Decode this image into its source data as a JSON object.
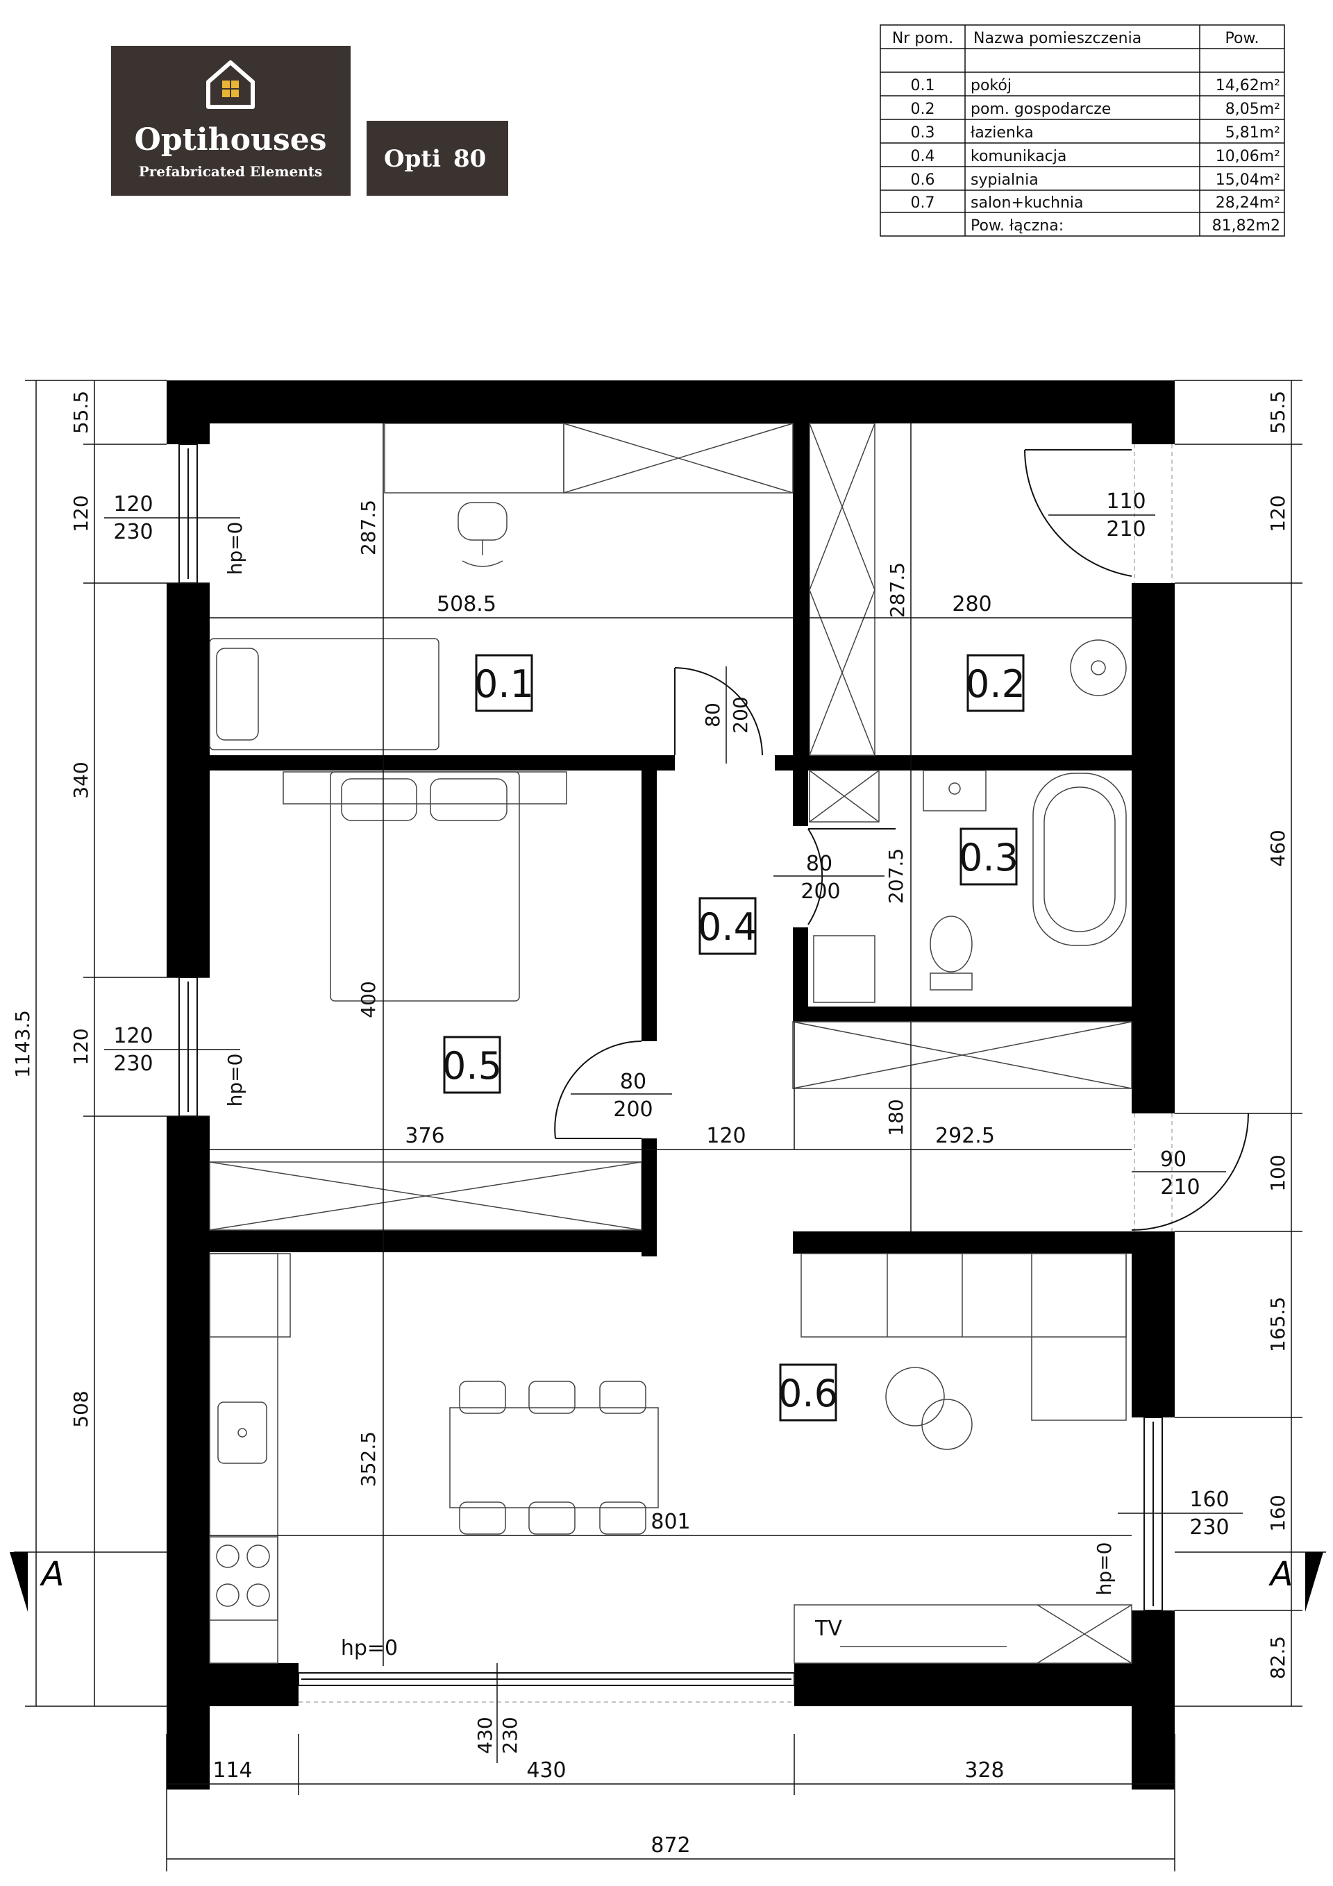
{
  "brand": {
    "name": "Optihouses",
    "tagline": "Prefabricated Elements",
    "model_prefix": "Opti",
    "model_number": "80",
    "bg_color": "#3b3330",
    "accent_color": "#e8b534"
  },
  "room_table": {
    "headers": [
      "Nr pom.",
      "Nazwa pomieszczenia",
      "Pow."
    ],
    "rows": [
      {
        "nr": "0.1",
        "name": "pokój",
        "area": "14,62m²"
      },
      {
        "nr": "0.2",
        "name": "pom. gospodarcze",
        "area": "8,05m²"
      },
      {
        "nr": "0.3",
        "name": "łazienka",
        "area": "5,81m²"
      },
      {
        "nr": "0.4",
        "name": "komunikacja",
        "area": "10,06m²"
      },
      {
        "nr": "0.6",
        "name": "sypialnia",
        "area": "15,04m²"
      },
      {
        "nr": "0.7",
        "name": "salon+kuchnia",
        "area": "28,24m²"
      }
    ],
    "total_label": "Pow. łączna:",
    "total_value": "81,82m2"
  },
  "rooms": [
    "0.1",
    "0.2",
    "0.3",
    "0.4",
    "0.5",
    "0.6"
  ],
  "left_dims": [
    "55.5",
    "120",
    "340",
    "120",
    "508"
  ],
  "left_total": "1143.5",
  "right_dims": [
    "55.5",
    "120",
    "460",
    "100",
    "165.5",
    "160",
    "82.5"
  ],
  "bottom_dims": [
    "114",
    "430",
    "328"
  ],
  "bottom_total": "872",
  "interior_dims": {
    "room01_height": "287.5",
    "room01_width": "508.5",
    "room02_height": "287.5",
    "room02_width": "280",
    "room05_height": "400",
    "room05_width": "376",
    "corridor_width": "120",
    "bath_height": "207.5",
    "pantry_depth": "180",
    "entry_width": "292.5",
    "living_height": "352.5",
    "living_width": "801"
  },
  "openings": {
    "win_top_left_w": "120",
    "win_top_left_h": "230",
    "win_mid_left_w": "120",
    "win_mid_left_h": "230",
    "door_02_w": "110",
    "door_02_h": "210",
    "door_01_w": "80",
    "door_01_h": "200",
    "door_03_w": "80",
    "door_03_h": "200",
    "door_05_w": "80",
    "door_05_h": "200",
    "entry_w": "90",
    "entry_h": "210",
    "win_right_w": "160",
    "win_right_h": "230",
    "terrace_w": "430",
    "terrace_h": "230",
    "hp": "hp=0"
  },
  "section_marker": "A",
  "tv_label": "TV"
}
